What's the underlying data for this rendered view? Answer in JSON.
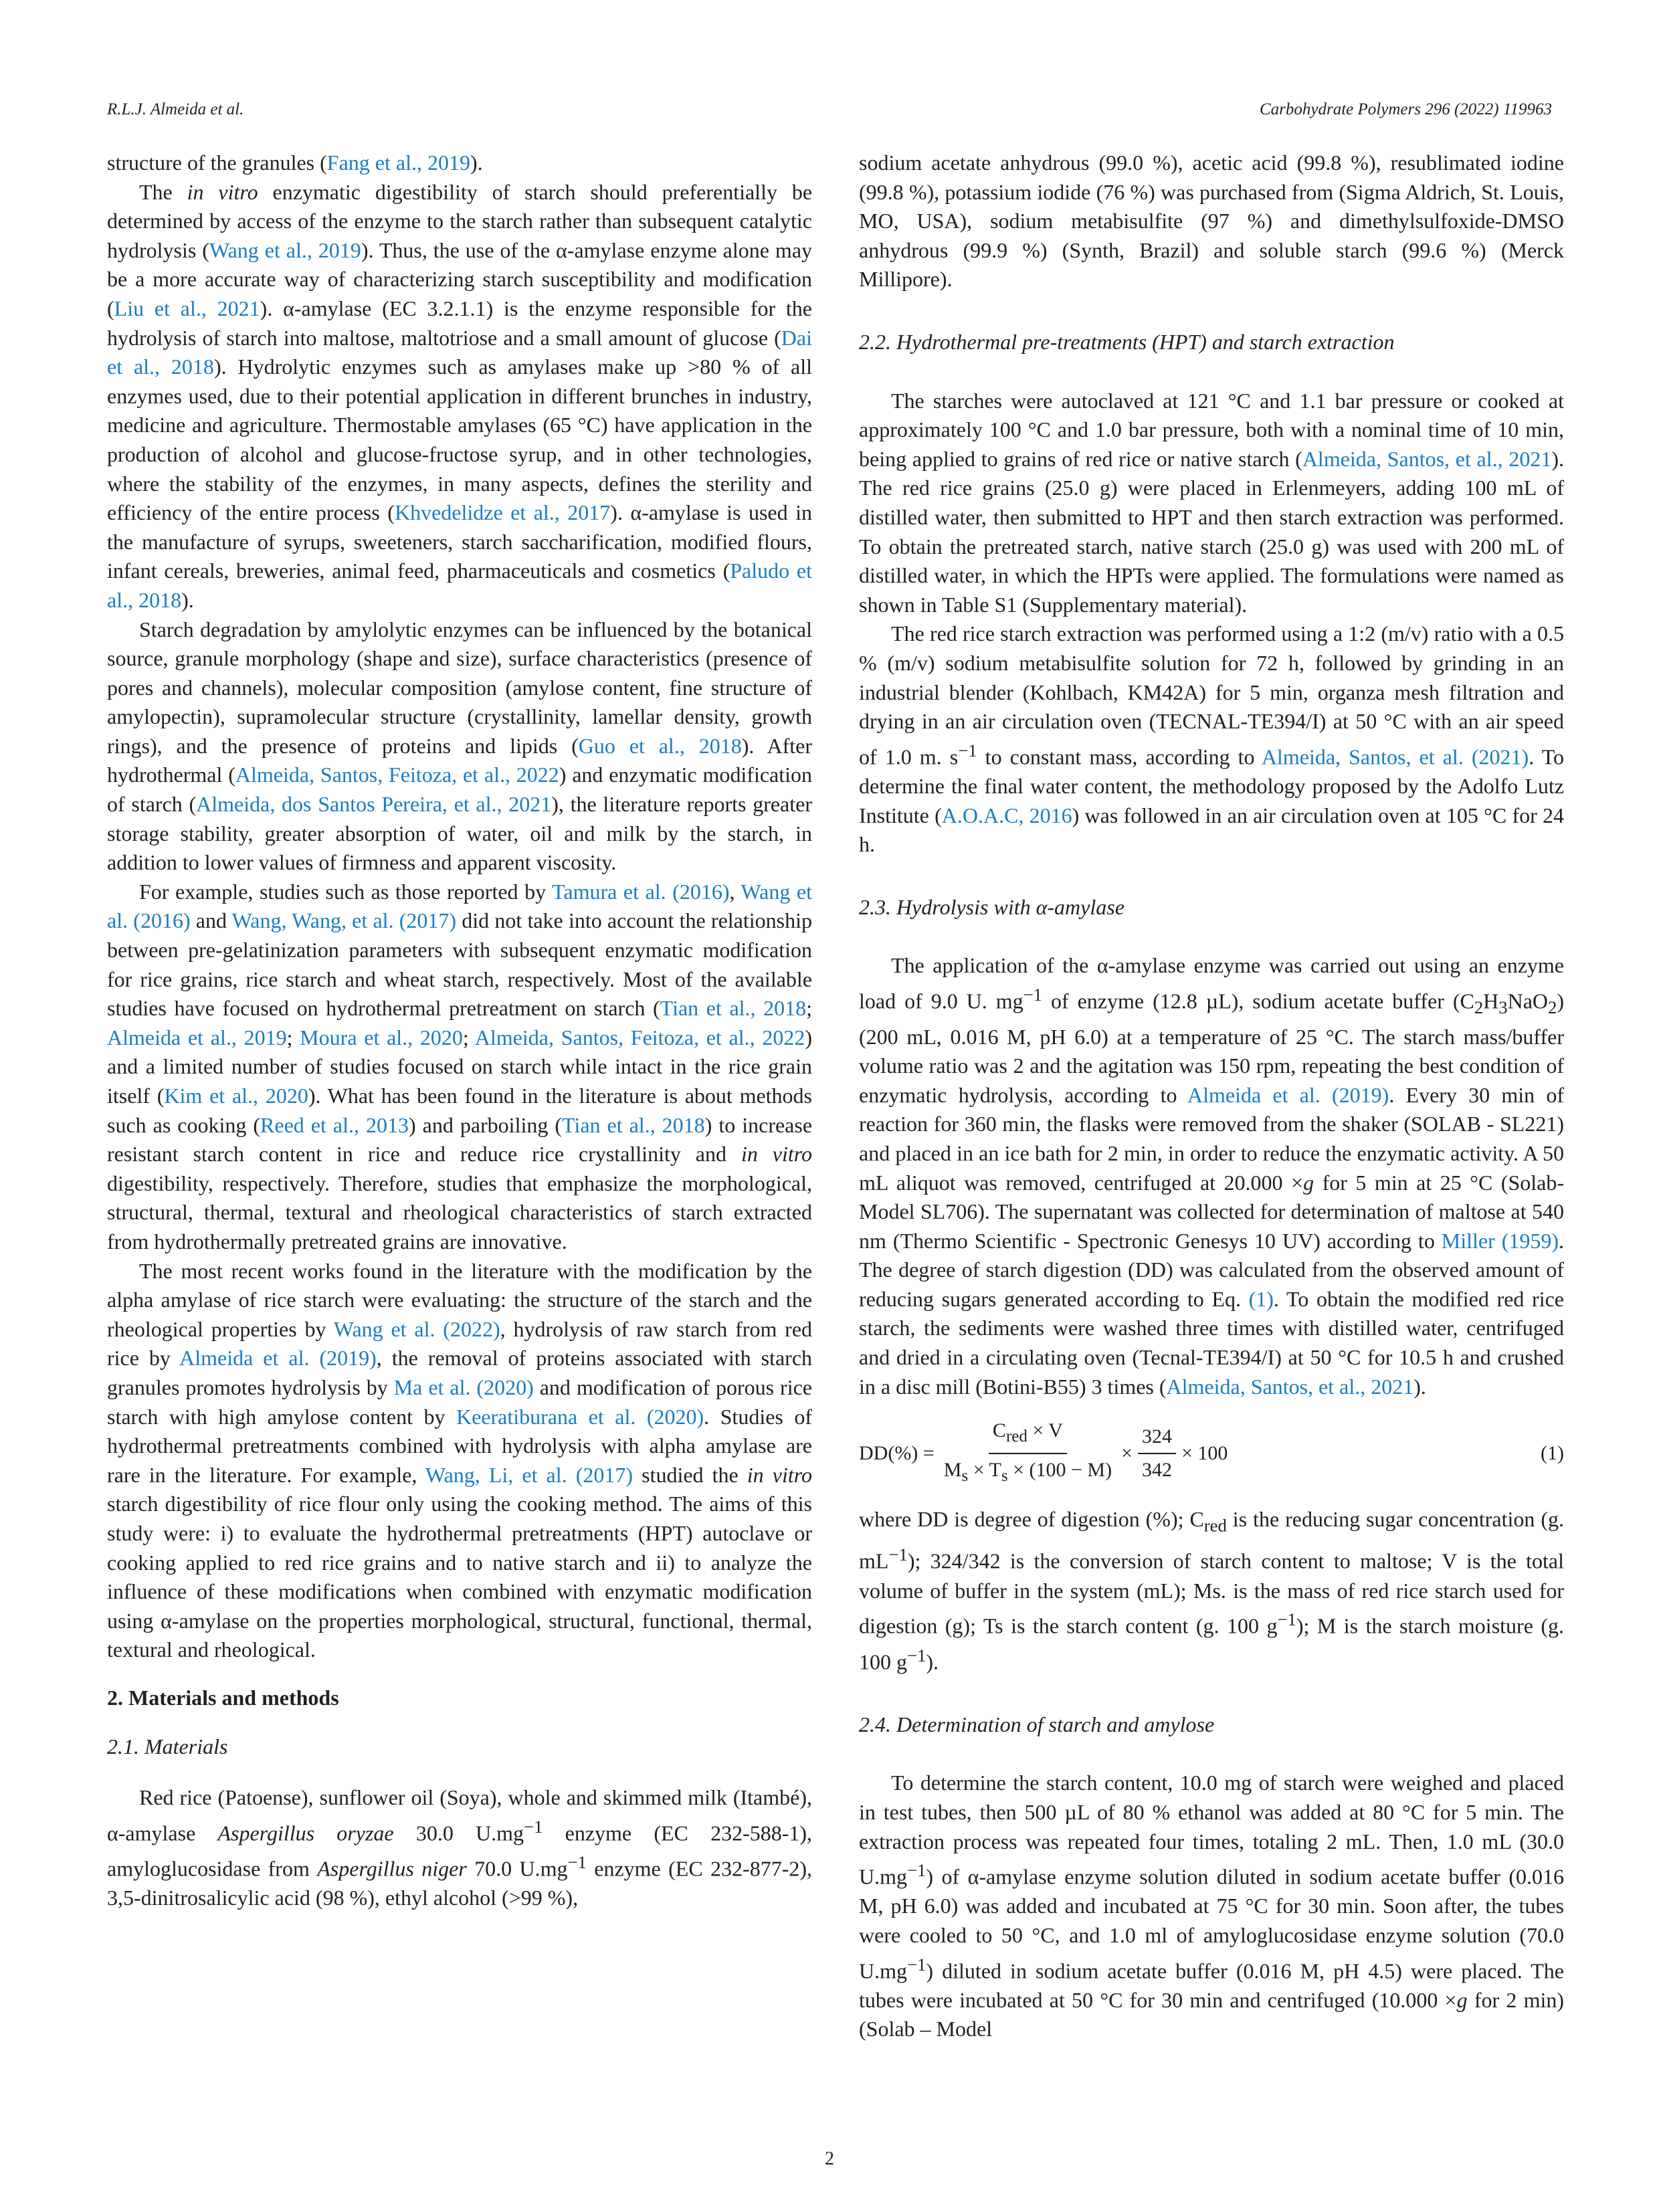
{
  "header": {
    "authors": "R.L.J. Almeida et al.",
    "journal": "Carbohydrate Polymers 296 (2022) 119963"
  },
  "left": {
    "p1": {
      "t1": "structure of the granules (",
      "r1": "Fang et al., 2019",
      "t2": ")."
    },
    "p2": {
      "t1": "The ",
      "i1": "in vitro",
      "t2": " enzymatic digestibility of starch should preferentially be determined by access of the enzyme to the starch rather than subsequent catalytic hydrolysis (",
      "r1": "Wang et al., 2019",
      "t3": "). Thus, the use of the α-amylase enzyme alone may be a more accurate way of characterizing starch susceptibility and modification (",
      "r2": "Liu et al., 2021",
      "t4": "). α-amylase (EC 3.2.1.1) is the enzyme responsible for the hydrolysis of starch into maltose, maltotriose and a small amount of glucose (",
      "r3": "Dai et al., 2018",
      "t5": "). Hydrolytic enzymes such as amylases make up >80 % of all enzymes used, due to their potential application in different brunches in industry, medicine and agriculture. Thermostable amylases (65 °C) have application in the production of alcohol and glucose-fructose syrup, and in other technologies, where the stability of the enzymes, in many aspects, defines the sterility and efficiency of the entire process (",
      "r4": "Khvedelidze et al., 2017",
      "t6": "). α-amylase is used in the manufacture of syrups, sweeteners, starch saccharification, modified flours, infant cereals, breweries, animal feed, pharmaceuticals and cosmetics (",
      "r5": "Paludo et al., 2018",
      "t7": ")."
    },
    "p3": {
      "t1": "Starch degradation by amylolytic enzymes can be influenced by the botanical source, granule morphology (shape and size), surface characteristics (presence of pores and channels), molecular composition (amylose content, fine structure of amylopectin), supramolecular structure (crystallinity, lamellar density, growth rings), and the presence of proteins and lipids (",
      "r1": "Guo et al., 2018",
      "t2": "). After hydrothermal (",
      "r2": "Almeida, Santos, Feitoza, et al., 2022",
      "t3": ") and enzymatic modification of starch (",
      "r3": "Almeida, dos Santos Pereira, et al., 2021",
      "t4": "), the literature reports greater storage stability, greater absorption of water, oil and milk by the starch, in addition to lower values of firmness and apparent viscosity."
    },
    "p4": {
      "t1": "For example, studies such as those reported by ",
      "r1": "Tamura et al. (2016)",
      "t2": ", ",
      "r2": "Wang et al. (2016)",
      "t3": " and ",
      "r3": "Wang, Wang, et al. (2017)",
      "t4": " did not take into account the relationship between pre-gelatinization parameters with subsequent enzymatic modification for rice grains, rice starch and wheat starch, respectively. Most of the available studies have focused on hydrothermal pretreatment on starch (",
      "r4": "Tian et al., 2018",
      "t5": "; ",
      "r5": "Almeida et al., 2019",
      "t6": "; ",
      "r6": "Moura et al., 2020",
      "t7": "; ",
      "r7": "Almeida, Santos, Feitoza, et al., 2022",
      "t8": ") and a limited number of studies focused on starch while intact in the rice grain itself (",
      "r8": "Kim et al., 2020",
      "t9": "). What has been found in the literature is about methods such as cooking (",
      "r9": "Reed et al., 2013",
      "t10": ") and parboiling (",
      "r10": "Tian et al., 2018",
      "t11": ") to increase resistant starch content in rice and reduce rice crystallinity and ",
      "i1": "in vitro",
      "t12": " digestibility, respectively. Therefore, studies that emphasize the morphological, structural, thermal, textural and rheological characteristics of starch extracted from hydrothermally pretreated grains are innovative."
    },
    "p5": {
      "t1": "The most recent works found in the literature with the modification by the alpha amylase of rice starch were evaluating: the structure of the starch and the rheological properties by ",
      "r1": "Wang et al. (2022)",
      "t2": ", hydrolysis of raw starch from red rice by ",
      "r2": "Almeida et al. (2019)",
      "t3": ", the removal of proteins associated with starch granules promotes hydrolysis by ",
      "r3": "Ma et al. (2020)",
      "t4": " and modification of porous rice starch with high amylose content by ",
      "r4": "Keeratiburana et al. (2020)",
      "t5": ". Studies of hydrothermal pretreatments combined with hydrolysis with alpha amylase are rare in the literature. For example, ",
      "r5": "Wang, Li, et al. (2017)",
      "t6": " studied the ",
      "i1": "in vitro",
      "t7": " starch digestibility of rice flour only using the cooking method. The aims of this study were: i) to evaluate the hydrothermal pretreatments (HPT) autoclave or cooking applied to red rice grains and to native starch and ii) to analyze the influence of these modifications when combined with enzymatic modification using α-amylase on the properties morphological, structural, functional, thermal, textural and rheological."
    },
    "sec2": "2.  Materials and methods",
    "sec21": "2.1.  Materials",
    "p6": {
      "t1": "Red rice (Patoense), sunflower oil (Soya), whole and skimmed milk (Itambé), α-amylase ",
      "i1": "Aspergillus oryzae",
      "t2": " 30.0 U.mg",
      "s1": "−1",
      "t3": " enzyme (EC 232-588-1), amyloglucosidase from ",
      "i2": "Aspergillus niger",
      "t4": " 70.0 U.mg",
      "s2": "−1",
      "t5": " enzyme (EC 232-877-2), 3,5-dinitrosalicylic acid (98 %), ethyl alcohol (>99 %),"
    }
  },
  "right": {
    "p1": "sodium acetate anhydrous (99.0 %), acetic acid (99.8 %), resublimated iodine (99.8 %), potassium iodide (76 %) was purchased from (Sigma Aldrich, St. Louis, MO, USA), sodium metabisulfite (97 %) and dimethylsulfoxide-DMSO anhydrous (99.9 %) (Synth, Brazil) and soluble starch (99.6 %) (Merck Millipore).",
    "sec22": "2.2.  Hydrothermal pre-treatments (HPT) and starch extraction",
    "p2": {
      "t1": "The starches were autoclaved at 121 °C and 1.1 bar pressure or cooked at approximately 100 °C and 1.0 bar pressure, both with a nominal time of 10 min, being applied to grains of red rice or native starch (",
      "r1": "Almeida, Santos, et al., 2021",
      "t2": "). The red rice grains (25.0 g) were placed in Erlenmeyers, adding 100 mL of distilled water, then submitted to HPT and then starch extraction was performed. To obtain the pretreated starch, native starch (25.0 g) was used with 200 mL of distilled water, in which the HPTs were applied. The formulations were named as shown in Table S1 (Supplementary material)."
    },
    "p3": {
      "t1": "The red rice starch extraction was performed using a 1:2 (m/v) ratio with a 0.5 % (m/v) sodium metabisulfite solution for 72 h, followed by grinding in an industrial blender (Kohlbach, KM42A) for 5 min, organza mesh filtration and drying in an air circulation oven (TECNAL-TE394/I) at 50 °C with an air speed of 1.0 m. s",
      "s1": "−1",
      "t2": " to constant mass, according to ",
      "r1": "Almeida, Santos, et al. (2021)",
      "t3": ". To determine the final water content, the methodology proposed by the Adolfo Lutz Institute (",
      "r2": "A.O.A.C, 2016",
      "t4": ") was followed in an air circulation oven at 105 °C for 24 h."
    },
    "sec23": "2.3.  Hydrolysis with α-amylase",
    "p4": {
      "t1": "The application of the α-amylase enzyme was carried out using an enzyme load of 9.0 U. mg",
      "s1": "−1",
      "t2": " of enzyme (12.8 µL), sodium acetate buffer (C",
      "b1": "2",
      "t3": "H",
      "b2": "3",
      "t4": "NaO",
      "b3": "2",
      "t5": ") (200 mL, 0.016 M, pH 6.0) at a temperature of 25 °C. The starch mass/buffer volume ratio was 2 and the agitation was 150 rpm, repeating the best condition of enzymatic hydrolysis, according to ",
      "r1": "Almeida et al. (2019)",
      "t6": ". Every 30 min of reaction for 360 min, the flasks were removed from the shaker (SOLAB - SL221) and placed in an ice bath for 2 min, in order to reduce the enzymatic activity. A 50 mL aliquot was removed, centrifuged at 20.000 ×",
      "i1": "g",
      "t7": " for 5 min at 25 °C (Solab-Model SL706). The supernatant was collected for determination of maltose at 540 nm (Thermo Scientific - Spectronic Genesys 10 UV) according to ",
      "r2": "Miller (1959)",
      "t8": ". The degree of starch digestion (DD) was calculated from the observed amount of reducing sugars generated according to Eq. ",
      "r3": "(1)",
      "t9": ". To obtain the modified red rice starch, the sediments were washed three times with distilled water, centrifuged and dried in a circulating oven (Tecnal-TE394/I) at 50 °C for 10.5 h and crushed in a disc mill (Botini-B55) 3 times (",
      "r4": "Almeida, Santos, et al., 2021",
      "t10": ")."
    },
    "equation": {
      "lhs": "DD(%) =",
      "num1_a": "C",
      "num1_sub": "red",
      "num1_b": " × V",
      "den1_a": "M",
      "den1_sub1": "s",
      "den1_b": " × T",
      "den1_sub2": "s",
      "den1_c": " × (100 − M)",
      "times1": "×",
      "num2": "324",
      "den2": "342",
      "tail": "× 100",
      "number": "(1)"
    },
    "p5": {
      "t1": "where DD is degree of digestion (%); C",
      "b1": "red",
      "t2": " is the reducing sugar concentration (g. mL",
      "s1": "−1",
      "t3": "); 324/342 is the conversion of starch content to maltose; V is the total volume of buffer in the system (mL); Ms. is the mass of red rice starch used for digestion (g); Ts is the starch content (g. 100 g",
      "s2": "−1",
      "t4": "); M is the starch moisture (g. 100 g",
      "s3": "−1",
      "t5": ")."
    },
    "sec24": "2.4.  Determination of starch and amylose",
    "p6": {
      "t1": "To determine the starch content, 10.0 mg of starch were weighed and placed in test tubes, then 500 µL of 80 % ethanol was added at 80 °C for 5 min. The extraction process was repeated four times, totaling 2 mL. Then, 1.0 mL (30.0 U.mg",
      "s1": "−1",
      "t2": ") of α-amylase enzyme solution diluted in sodium acetate buffer (0.016 M, pH 6.0) was added and incubated at 75 °C for 30 min. Soon after, the tubes were cooled to 50 °C, and 1.0 ml of amyloglucosidase enzyme solution (70.0 U.mg",
      "s2": "−1",
      "t3": ") diluted in sodium acetate buffer (0.016 M, pH 4.5) were placed. The tubes were incubated at 50 °C for 30 min and centrifuged (10.000 ×",
      "i1": "g",
      "t4": " for 2 min) (Solab – Model"
    }
  },
  "page_number": "2"
}
